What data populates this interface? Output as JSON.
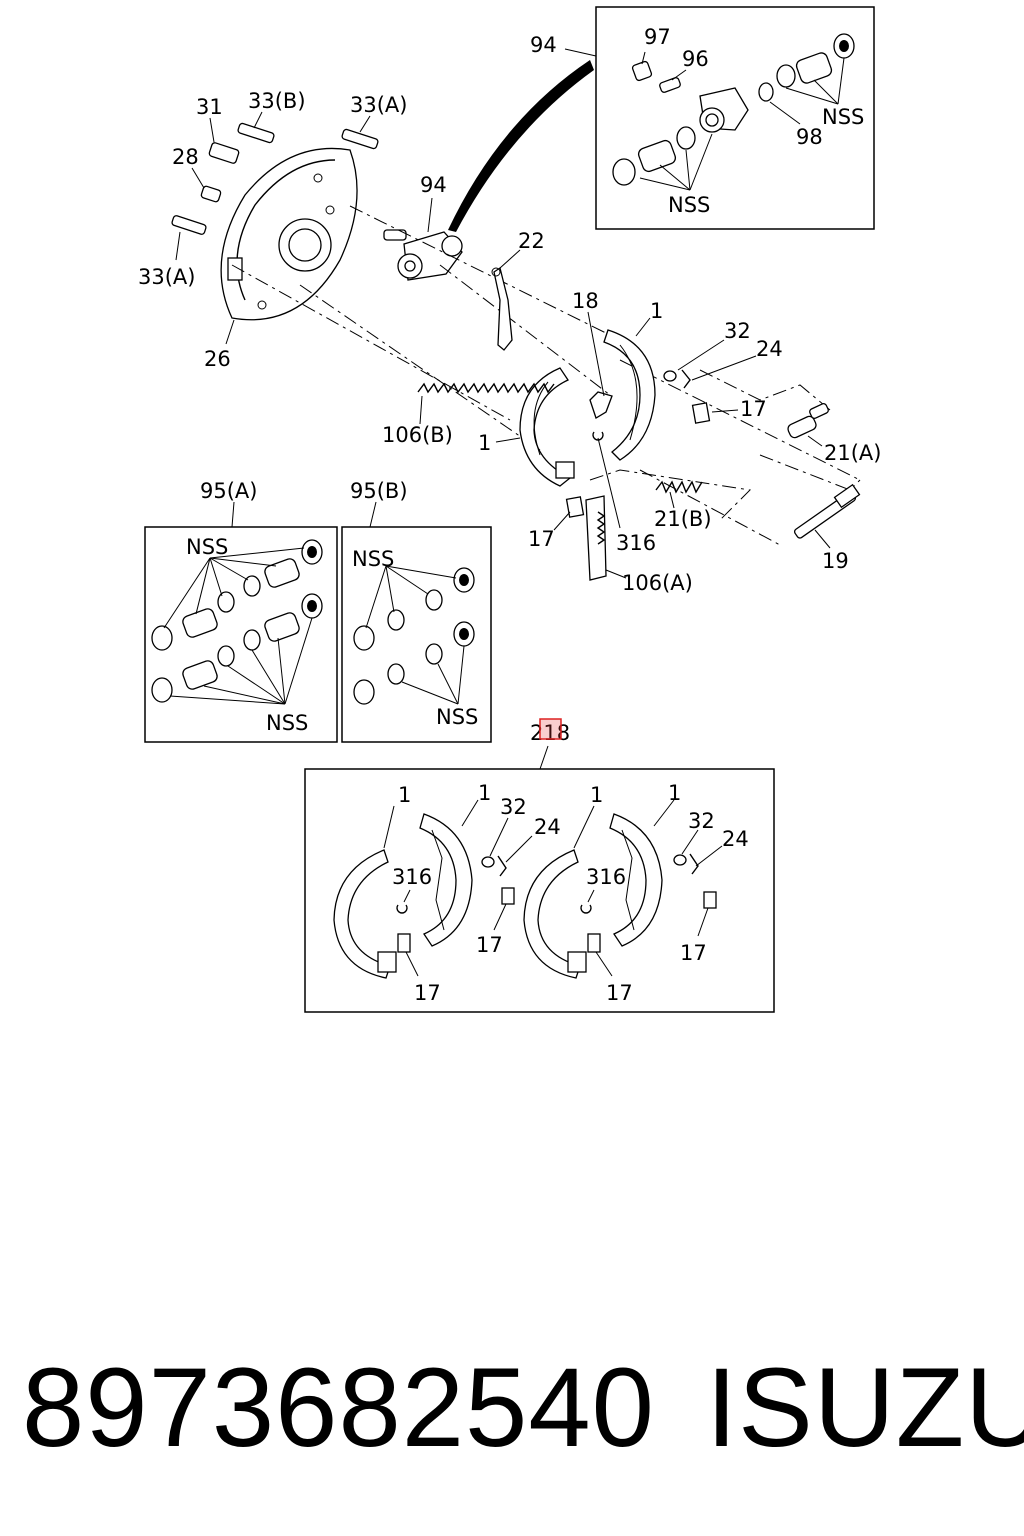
{
  "labels": {
    "l94_top": "94",
    "l97": "97",
    "l96": "96",
    "l98": "98",
    "nss_inset_right": "NSS",
    "nss_inset_bottom": "NSS",
    "l31": "31",
    "l33b": "33(B)",
    "l33a_top": "33(A)",
    "l28": "28",
    "l33a_left": "33(A)",
    "l94_mid": "94",
    "l26": "26",
    "l22": "22",
    "l18": "18",
    "l1_top": "1",
    "l32_top": "32",
    "l24_top": "24",
    "l17_right": "17",
    "l21a": "21(A)",
    "l106b": "106(B)",
    "l1_left": "1",
    "l21b": "21(B)",
    "l19": "19",
    "l17_left": "17",
    "l316": "316",
    "l106a": "106(A)",
    "l95a": "95(A)",
    "l95b": "95(B)",
    "nss_95a_top": "NSS",
    "nss_95a_bottom": "NSS",
    "nss_95b_top": "NSS",
    "nss_95b_bottom": "NSS",
    "l218": "218",
    "k1_a": "1",
    "k1_b": "1",
    "k32_a": "32",
    "k24_a": "24",
    "k316_a": "316",
    "k17_a1": "17",
    "k17_a2": "17",
    "k1_c": "1",
    "k1_d": "1",
    "k32_b": "32",
    "k24_b": "24",
    "k316_b": "316",
    "k17_b1": "17",
    "k17_b2": "17"
  },
  "highlight_color": "#d22222",
  "footer": {
    "part_number": "8973682540",
    "brand": "ISUZU"
  }
}
